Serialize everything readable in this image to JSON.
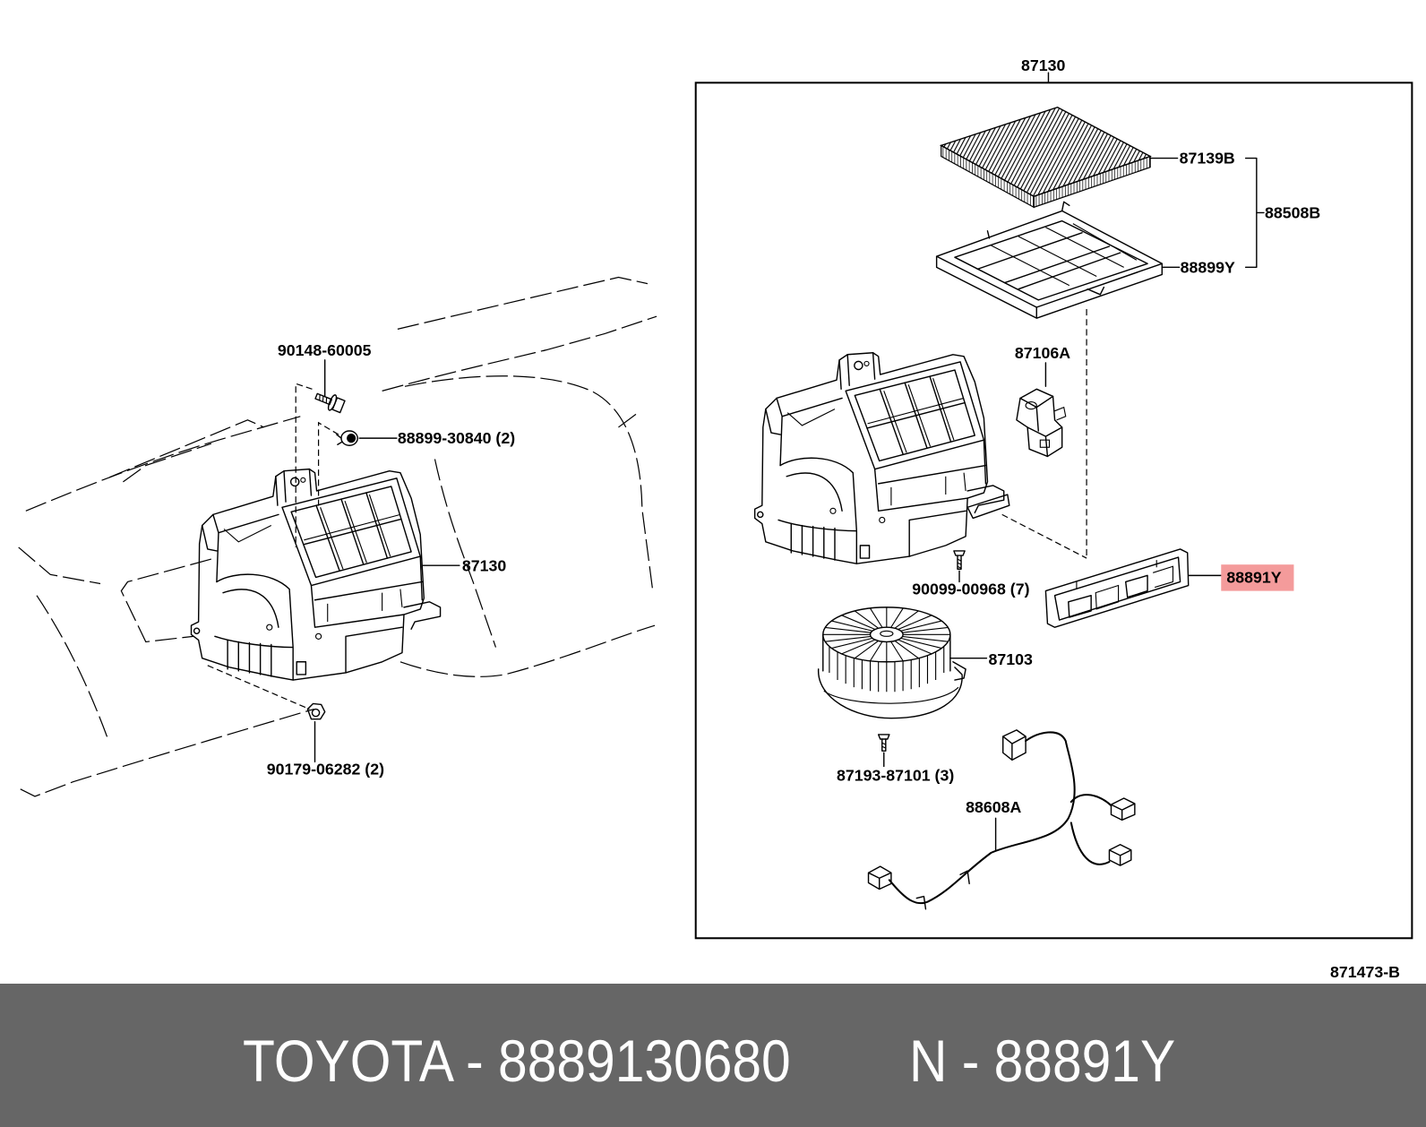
{
  "diagram": {
    "reference_code": "871473-B",
    "installed_view": {
      "bolt": "90148-60005",
      "clip": "88899-30840 (2)",
      "blower_unit": "87130",
      "nut": "90179-06282 (2)"
    },
    "exploded_view": {
      "assembly": "87130",
      "filter_element": "87139B",
      "filter_set": "88508B",
      "filter_case": "88899Y",
      "servo_motor": "87106A",
      "resistor": "88891Y",
      "housing_screw": "90099-00968 (7)",
      "blower_motor": "87103",
      "motor_screw": "87193-87101 (3)",
      "wire_harness": "88608A"
    }
  },
  "highlight": {
    "background": "#f49b9b",
    "text_color": "#c41c1c"
  },
  "footer": {
    "left": "TOYOTA - 8889130680",
    "right": "N - 88891Y",
    "background": "#666666",
    "text_color": "#ffffff"
  }
}
